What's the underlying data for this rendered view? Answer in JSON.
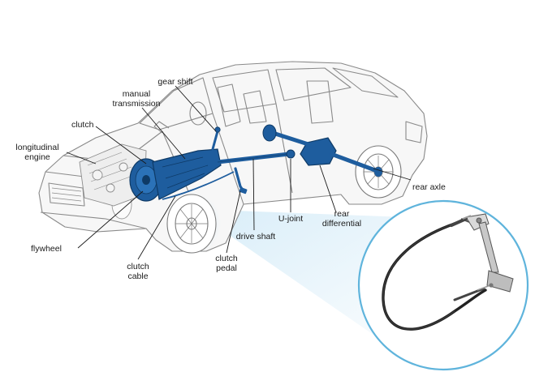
{
  "labels": {
    "gear_shift": "gear shift",
    "manual_transmission": "manual\ntransmission",
    "clutch": "clutch",
    "longitudinal_engine": "longitudinal\nengine",
    "flywheel": "flywheel",
    "clutch_cable": "clutch\ncable",
    "clutch_pedal": "clutch\npedal",
    "drive_shaft": "drive shaft",
    "u_joint": "U-joint",
    "rear_differential": "rear\ndifferential",
    "rear_axle": "rear axle"
  },
  "colors": {
    "drivetrain": "#1e5d9e",
    "drivetrain_dark": "#0e3a66",
    "car_outline": "#8a8a8a",
    "car_fill": "#f6f6f6",
    "callout_ring": "#5fb4dc",
    "beam": "#bfe0f3",
    "cable": "#222222",
    "leader": "#1a1a1a"
  }
}
